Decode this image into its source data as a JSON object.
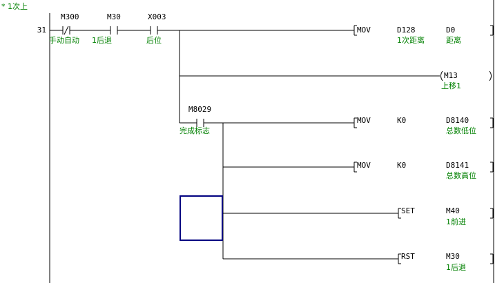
{
  "block_comment": "* 1次上",
  "step_number": "31",
  "colors": {
    "comment": "#008000",
    "wire": "#000000",
    "cursor": "#000080",
    "background": "#ffffff"
  },
  "contacts": [
    {
      "device": "M300",
      "comment": "手动自动",
      "type": "nc"
    },
    {
      "device": "M30",
      "comment": "1后退",
      "type": "no"
    },
    {
      "device": "X003",
      "comment": "后位",
      "type": "no"
    },
    {
      "device": "M8029",
      "comment": "完成标志",
      "type": "no"
    }
  ],
  "instructions": [
    {
      "op": "MOV",
      "src": "D128",
      "src_comment": "1次距离",
      "dst": "D0",
      "dst_comment": "距离"
    },
    {
      "op": "",
      "coil": "M13",
      "coil_comment": "上移1"
    },
    {
      "op": "MOV",
      "src": "K0",
      "src_comment": "",
      "dst": "D8140",
      "dst_comment": "总数低位"
    },
    {
      "op": "MOV",
      "src": "K0",
      "src_comment": "",
      "dst": "D8141",
      "dst_comment": "总数高位"
    },
    {
      "op": "SET",
      "dst": "M40",
      "dst_comment": "1前进"
    },
    {
      "op": "RST",
      "dst": "M30",
      "dst_comment": "1后退"
    }
  ]
}
